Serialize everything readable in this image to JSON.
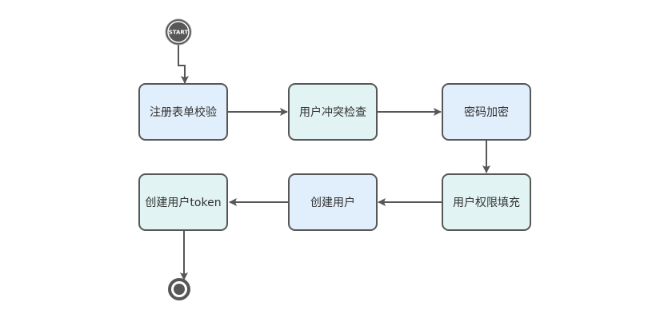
{
  "diagram": {
    "type": "activity-flowchart",
    "colors": {
      "stroke": "#575757",
      "fill_blue": "#e1eefb",
      "fill_teal": "#e1f3f2",
      "background": "#ffffff"
    },
    "start": {
      "label": "START"
    },
    "nodes": [
      {
        "id": "n1",
        "label": "注册表单校验",
        "fill": "blue"
      },
      {
        "id": "n2",
        "label": "用户冲突检查",
        "fill": "teal"
      },
      {
        "id": "n3",
        "label": "密码加密",
        "fill": "blue"
      },
      {
        "id": "n4",
        "label": "用户权限填充",
        "fill": "teal"
      },
      {
        "id": "n5",
        "label": "创建用户",
        "fill": "blue"
      },
      {
        "id": "n6",
        "label": "创建用户token",
        "fill": "teal"
      }
    ],
    "edges": [
      {
        "from": "start",
        "to": "n1"
      },
      {
        "from": "n1",
        "to": "n2"
      },
      {
        "from": "n2",
        "to": "n3"
      },
      {
        "from": "n3",
        "to": "n4"
      },
      {
        "from": "n4",
        "to": "n5"
      },
      {
        "from": "n5",
        "to": "n6"
      },
      {
        "from": "n6",
        "to": "end"
      }
    ],
    "end": {
      "label": ""
    }
  }
}
